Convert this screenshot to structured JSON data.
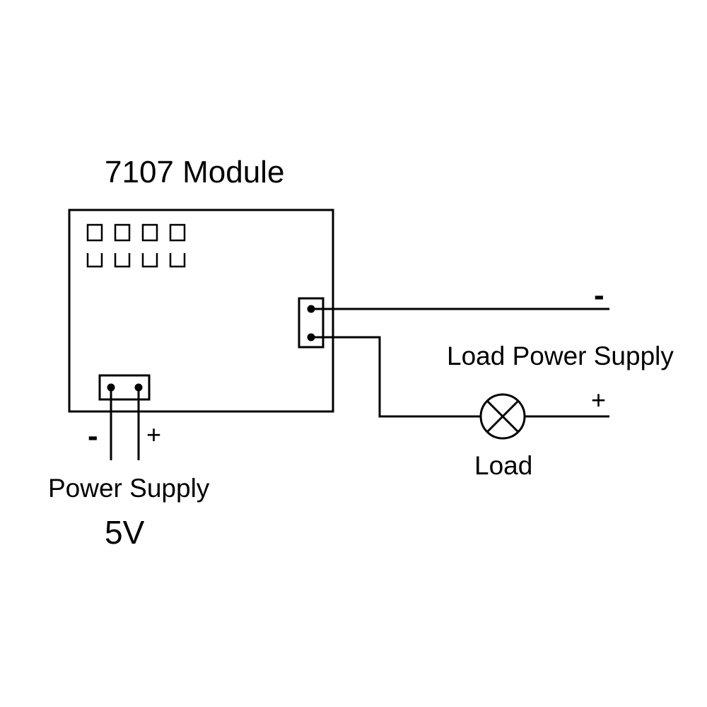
{
  "module": {
    "title": "7107 Module",
    "digit_count": 4
  },
  "power_supply": {
    "label": "Power Supply",
    "voltage": "5V",
    "minus_sign": "-",
    "plus_sign": "+"
  },
  "load_power_supply": {
    "label": "Load Power Supply",
    "minus_sign": "-",
    "plus_sign": "+"
  },
  "load": {
    "label": "Load",
    "icon": "lamp-icon"
  },
  "colors": {
    "stroke": "#000000",
    "background": "#ffffff"
  }
}
